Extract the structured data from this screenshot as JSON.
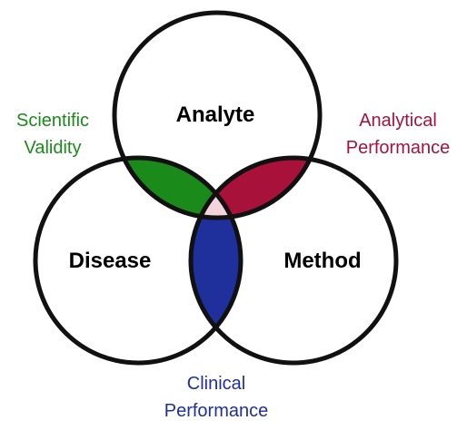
{
  "circles": {
    "analyte": "Analyte",
    "disease": "Disease",
    "method": "Method"
  },
  "regions": {
    "scientific_validity": {
      "line1": "Scientific",
      "line2": "Validity",
      "color": "#1a8a1a"
    },
    "analytical_performance": {
      "line1": "Analytical",
      "line2": "Performance",
      "color": "#a8123a"
    },
    "clinical_performance": {
      "line1": "Clinical",
      "line2": "Performance",
      "color": "#1f2f9c"
    }
  },
  "center_color": "#f2d4dc"
}
